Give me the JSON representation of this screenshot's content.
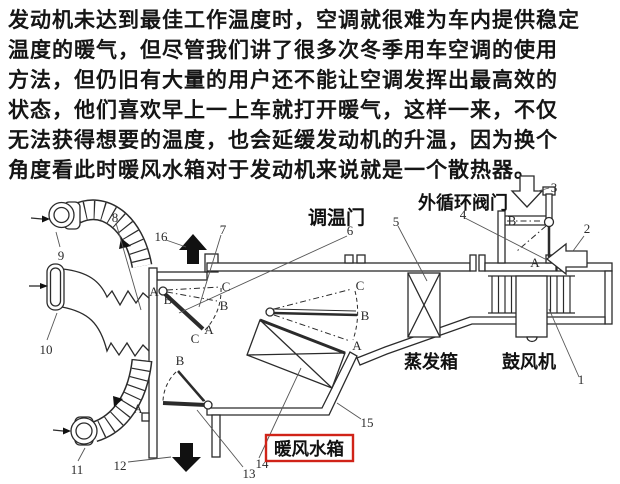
{
  "paragraph": {
    "lines": [
      "发动机未达到最佳工作温度时，空调就很难为车内提供稳定",
      "温度的暖气，但尽管我们讲了很多次冬季用车空调的使用",
      "方法，但仍旧有大量的用户还不能让空调发挥出最高效的",
      "状态，他们喜欢早上一上车就打开暖气，这样一来，不仅",
      "无法获得想要的温度，也会延缓发动机的升温，因为换个",
      "角度看此时暖风水箱对于发动机来说就是一个散热器。"
    ]
  },
  "diagram": {
    "labels": {
      "temp_door": "调温门",
      "outer_circulation_valve": "外循环阀门",
      "evaporator": "蒸发箱",
      "blower": "鼓风机",
      "heater_core": "暖风水箱"
    },
    "numbers": {
      "n1": "1",
      "n2": "2",
      "n3": "3",
      "n4": "4",
      "n5": "5",
      "n6": "6",
      "n7": "7",
      "n8": "8",
      "n9": "9",
      "n10": "10",
      "n11": "11",
      "n12": "12",
      "n13": "13",
      "n14": "14",
      "n15": "15",
      "n16": "16"
    },
    "letters": {
      "a": "A",
      "b": "B",
      "c": "C"
    },
    "colors": {
      "highlight_red": "#d02318",
      "line": "#2b2b2b",
      "arrow_fill": "#111111"
    }
  }
}
